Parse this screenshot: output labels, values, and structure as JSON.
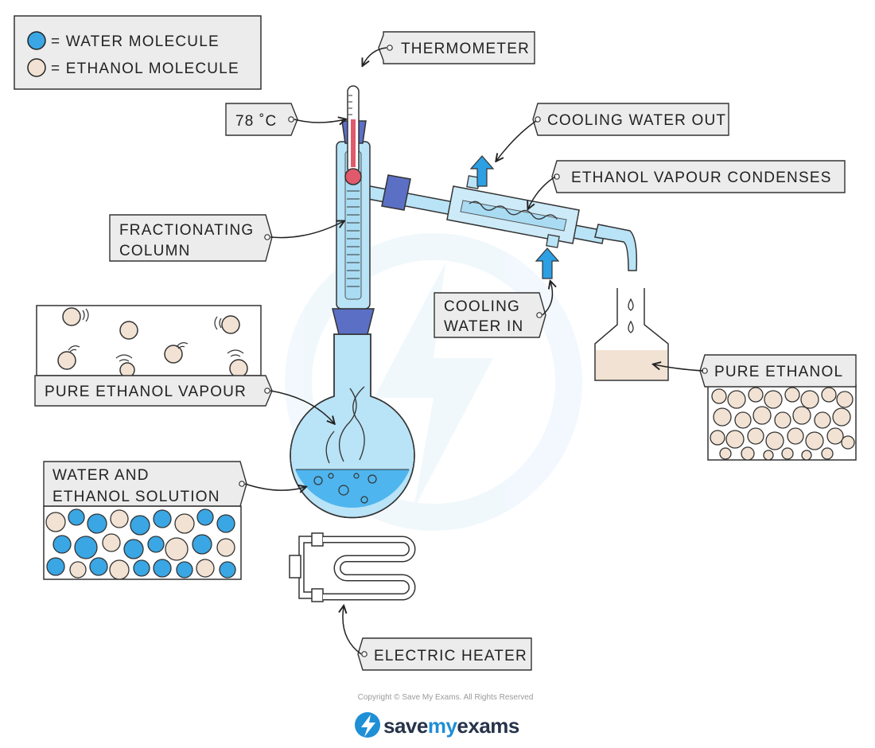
{
  "legend": {
    "water": "= WATER MOLECULE",
    "ethanol": "= ETHANOL MOLECULE"
  },
  "labels": {
    "thermometer": "THERMOMETER",
    "temperature": "78 ˚C",
    "cooling_water_out": "COOLING WATER OUT",
    "condenses": "ETHANOL VAPOUR CONDENSES",
    "fractionating_1": "FRACTIONATING",
    "fractionating_2": "COLUMN",
    "cooling_water_in_1": "COOLING",
    "cooling_water_in_2": "WATER IN",
    "pure_ethanol": "PURE ETHANOL",
    "pure_ethanol_vapour": "PURE ETHANOL VAPOUR",
    "solution_1": "WATER AND",
    "solution_2": "ETHANOL SOLUTION",
    "heater": "ELECTRIC HEATER"
  },
  "footer": {
    "copyright": "Copyright © Save My Exams. All Rights Reserved",
    "brand_save": "save",
    "brand_my": "my",
    "brand_exams": "exams"
  },
  "colors": {
    "water": "#3aa6e4",
    "ethanol": "#f1e2d3",
    "glass": "#b9e3f6",
    "liquid": "#4fb5ee",
    "stopper": "#5b6fc4",
    "mercury": "#e05a6c",
    "tag": "#ececec",
    "brand_blue": "#1f8fd6",
    "brand_dark": "#27334a"
  }
}
